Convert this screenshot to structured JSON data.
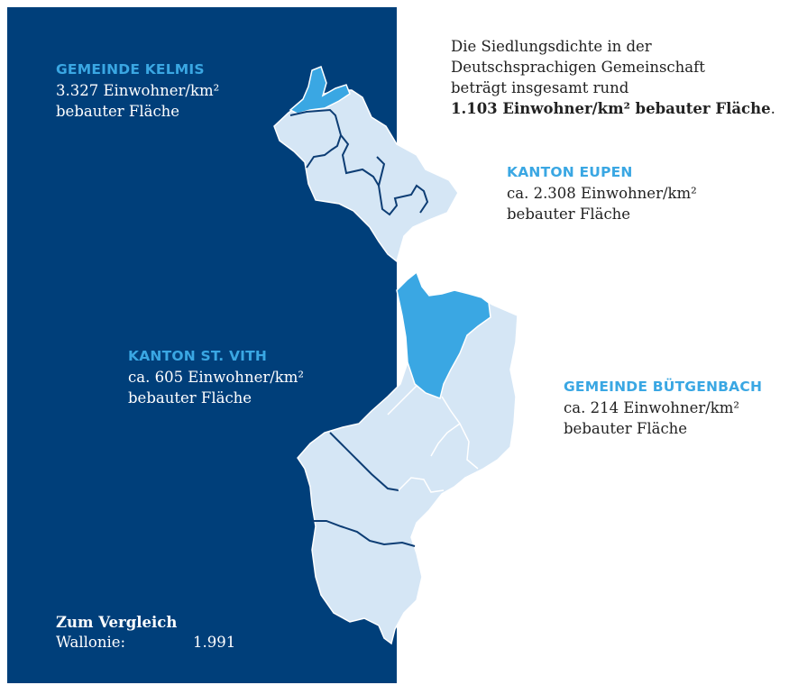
{
  "intro": {
    "line1": "Die Siedlungsdichte in der",
    "line2": "Deutschsprachigen Gemeinschaft",
    "line3": "beträgt insgesamt rund",
    "highlight": "1.103 Einwohner/km² bebauter Fläche",
    "end": "."
  },
  "labels": {
    "kelmis": {
      "title": "GEMEINDE KELMIS",
      "value": "3.327 Einwohner/km²",
      "unit": "bebauter Fläche"
    },
    "eupen": {
      "title": "KANTON EUPEN",
      "value": "ca. 2.308 Einwohner/km²",
      "unit": "bebauter Fläche"
    },
    "stvith": {
      "title": "KANTON ST. VITH",
      "value": "ca. 605 Einwohner/km²",
      "unit": "bebauter Fläche"
    },
    "buetgenbach": {
      "title": "GEMEINDE BÜTGENBACH",
      "value": "ca. 214 Einwohner/km²",
      "unit": "bebauter Fläche"
    }
  },
  "compare": {
    "title": "Zum Vergleich",
    "region": "Wallonie:",
    "value": "1.991"
  },
  "colors": {
    "panel": "#003f7a",
    "region_fill": "#d5e6f5",
    "highlight_fill": "#3aa7e3",
    "border_line": "#0d3d74",
    "accent_text": "#3aa7e3"
  }
}
